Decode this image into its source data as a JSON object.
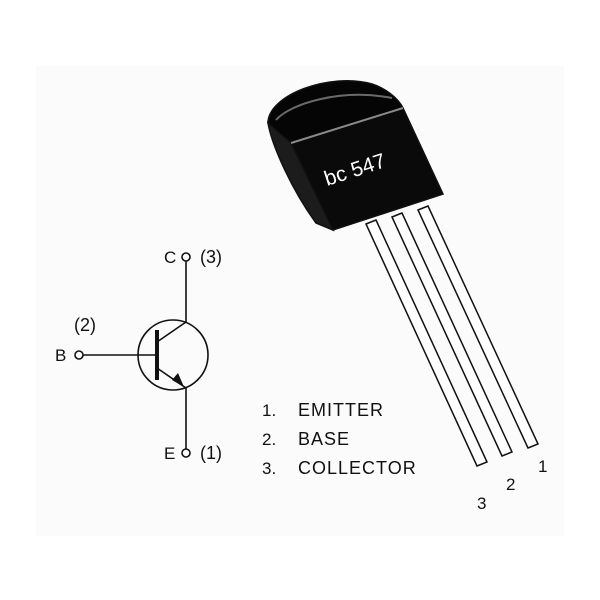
{
  "symbol": {
    "collector_letter": "C",
    "collector_pin": "(3)",
    "base_letter": "B",
    "base_pin": "(2)",
    "emitter_letter": "E",
    "emitter_pin": "(1)"
  },
  "package": {
    "marking": "bc 547",
    "lead_numbers": [
      "3",
      "2",
      "1"
    ]
  },
  "pinout": [
    {
      "number": "1.",
      "name": "EMITTER"
    },
    {
      "number": "2.",
      "name": "BASE"
    },
    {
      "number": "3.",
      "name": "COLLECTOR"
    }
  ]
}
